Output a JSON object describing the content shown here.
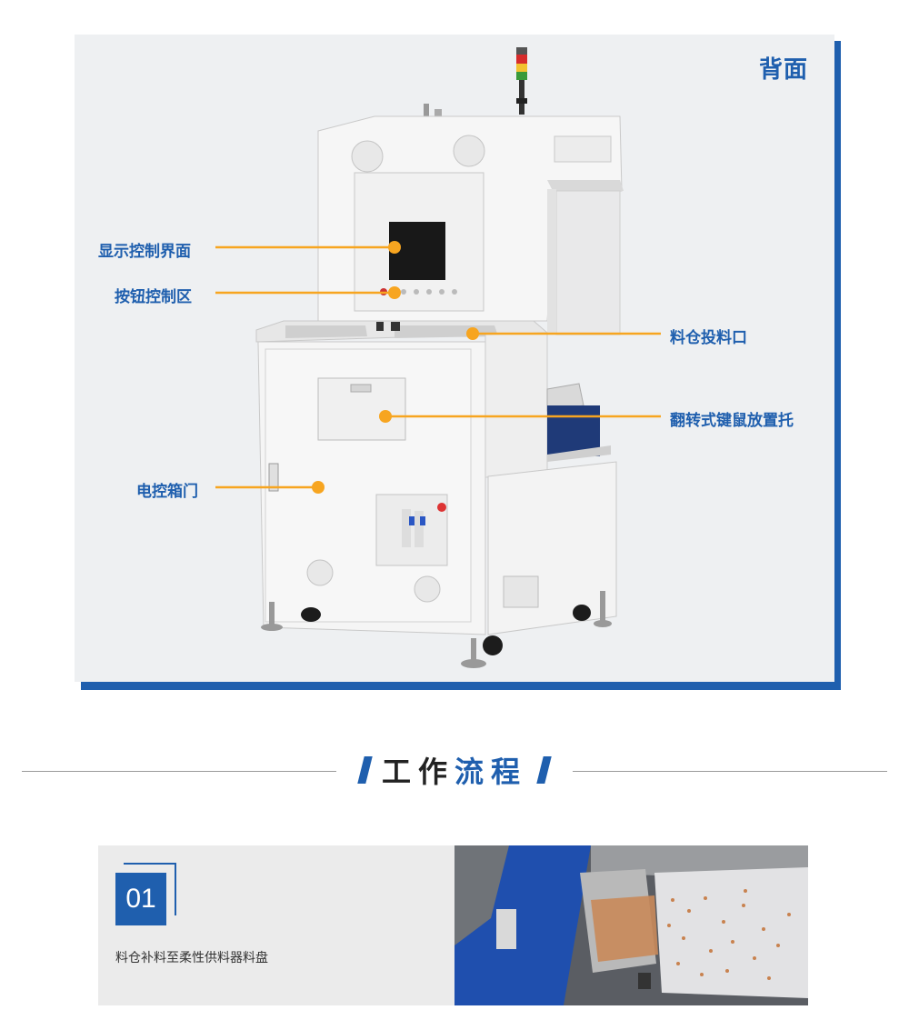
{
  "view": {
    "label": "背面"
  },
  "callouts": [
    {
      "label": "显示控制界面"
    },
    {
      "label": "按钮控制区"
    },
    {
      "label": "料仓投料口"
    },
    {
      "label": "翻转式键鼠放置托"
    },
    {
      "label": "电控箱门"
    }
  ],
  "section": {
    "title_part1": "工作",
    "title_part2": "流程"
  },
  "steps": [
    {
      "number": "01",
      "description": "料仓补料至柔性供料器料盘"
    }
  ],
  "colors": {
    "accent": "#1f5fae",
    "callout_line": "#f7a520",
    "panel_bg": "#eef0f2"
  }
}
